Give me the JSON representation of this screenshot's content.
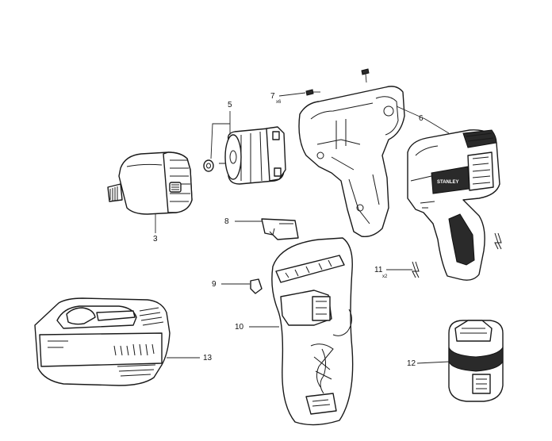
{
  "brand_label": "STANLEY",
  "callouts": [
    {
      "id": "3",
      "label": "3"
    },
    {
      "id": "5",
      "label": "5"
    },
    {
      "id": "6",
      "label": "6"
    },
    {
      "id": "7",
      "label": "7",
      "qty": "x6"
    },
    {
      "id": "8",
      "label": "8"
    },
    {
      "id": "9",
      "label": "9"
    },
    {
      "id": "10",
      "label": "10"
    },
    {
      "id": "11",
      "label": "11",
      "qty": "x2"
    },
    {
      "id": "12",
      "label": "12"
    },
    {
      "id": "13",
      "label": "13"
    }
  ]
}
